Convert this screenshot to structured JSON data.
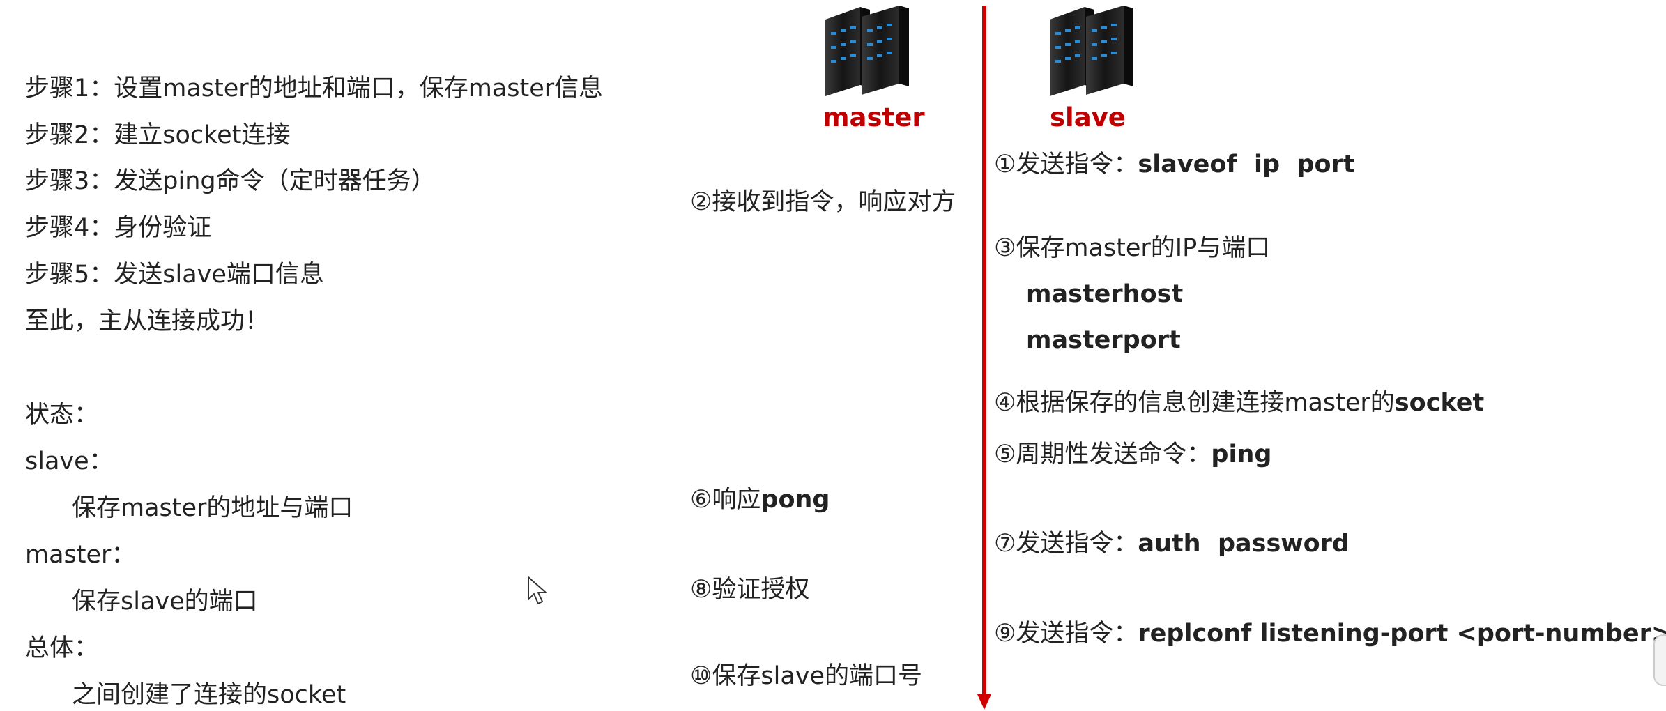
{
  "steps": [
    "步骤1：设置master的地址和端口，保存master信息",
    "步骤2：建立socket连接",
    "步骤3：发送ping命令（定时器任务）",
    "步骤4：身份验证",
    "步骤5：发送slave端口信息",
    "至此，主从连接成功！"
  ],
  "state": {
    "heading": "状态：",
    "slave_label": "slave：",
    "slave_detail": "保存master的地址与端口",
    "master_label": "master：",
    "master_detail": "保存slave的端口",
    "overall_label": "总体：",
    "overall_detail": "之间创建了连接的socket"
  },
  "diagram": {
    "master_label": "master",
    "slave_label": "slave",
    "accent_color": "#d00000",
    "server_icon": "server-rack-icon",
    "master_events": [
      {
        "prefix": "②接收到指令，响应对方",
        "bold": ""
      },
      {
        "prefix": "⑥响应",
        "bold": "pong"
      },
      {
        "prefix": "⑧验证授权",
        "bold": ""
      },
      {
        "prefix": "⑩保存slave的端口号",
        "bold": ""
      }
    ],
    "slave_events": [
      {
        "prefix": "①发送指令：",
        "bold": "slaveof  ip  port"
      },
      {
        "prefix": "③保存master的IP与端口",
        "bold": ""
      },
      {
        "prefix": "",
        "bold": "masterhost"
      },
      {
        "prefix": "",
        "bold": "masterport"
      },
      {
        "prefix": "④根据保存的信息创建连接master的",
        "bold": "socket"
      },
      {
        "prefix": "⑤周期性发送命令：",
        "bold": "ping"
      },
      {
        "prefix": "⑦发送指令：",
        "bold": "auth  password"
      },
      {
        "prefix": "⑨发送指令：",
        "bold": "replconf listening-port <port-number>"
      }
    ]
  }
}
